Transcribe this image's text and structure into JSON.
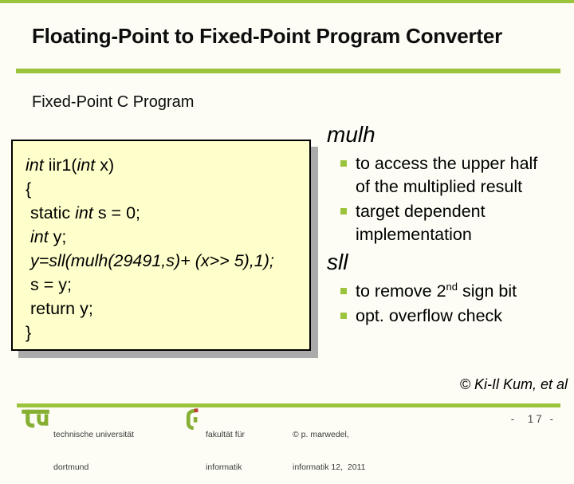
{
  "colors": {
    "accent_green": "#9BC43C",
    "logo_green": "#86AF33",
    "logo_red": "#C13A32",
    "code_box_bg": "#FFFFCC",
    "code_box_shadow": "#ABABAB"
  },
  "header": {
    "title": "Floating-Point to Fixed-Point Program Converter"
  },
  "main": {
    "subtitle": "Fixed-Point C Program",
    "code_lines": [
      [
        {
          "t": "int",
          "i": true
        },
        {
          "t": " iir1(",
          "i": false
        },
        {
          "t": "int",
          "i": true
        },
        {
          "t": " x)",
          "i": false
        }
      ],
      [
        {
          "t": "{",
          "i": false
        }
      ],
      [
        {
          "t": " static ",
          "i": false
        },
        {
          "t": "int",
          "i": true
        },
        {
          "t": " s = 0;",
          "i": false
        }
      ],
      [
        {
          "t": " ",
          "i": false
        },
        {
          "t": "int",
          "i": true
        },
        {
          "t": " y;",
          "i": false
        }
      ],
      [
        {
          "t": " ",
          "i": false
        },
        {
          "t": "y=sll(mulh(29491,s)+ (x>> 5),1);",
          "i": true
        }
      ],
      [
        {
          "t": " s = y;",
          "i": false
        }
      ],
      [
        {
          "t": " return y;",
          "i": false
        }
      ],
      [
        {
          "t": "}",
          "i": false
        }
      ]
    ],
    "sections": [
      {
        "heading": "mulh",
        "bullets": [
          [
            {
              "t": "to access the upper half of the multiplied result"
            }
          ],
          [
            {
              "t": "target dependent implementation"
            }
          ]
        ]
      },
      {
        "heading": "sll",
        "bullets": [
          [
            {
              "t": "to remove 2"
            },
            {
              "t": "nd",
              "sup": true
            },
            {
              "t": " sign bit"
            }
          ],
          [
            {
              "t": "opt. overflow check"
            }
          ]
        ]
      }
    ],
    "credit": "© Ki-Il Kum, et al"
  },
  "footer": {
    "university_name_lines": [
      "technische universität",
      "dortmund"
    ],
    "faculty_name_lines": [
      "fakultät für",
      "informatik"
    ],
    "copyright_lines": [
      "© p. marwedel,",
      "informatik 12,  2011"
    ],
    "page_number": "-  17 -"
  }
}
